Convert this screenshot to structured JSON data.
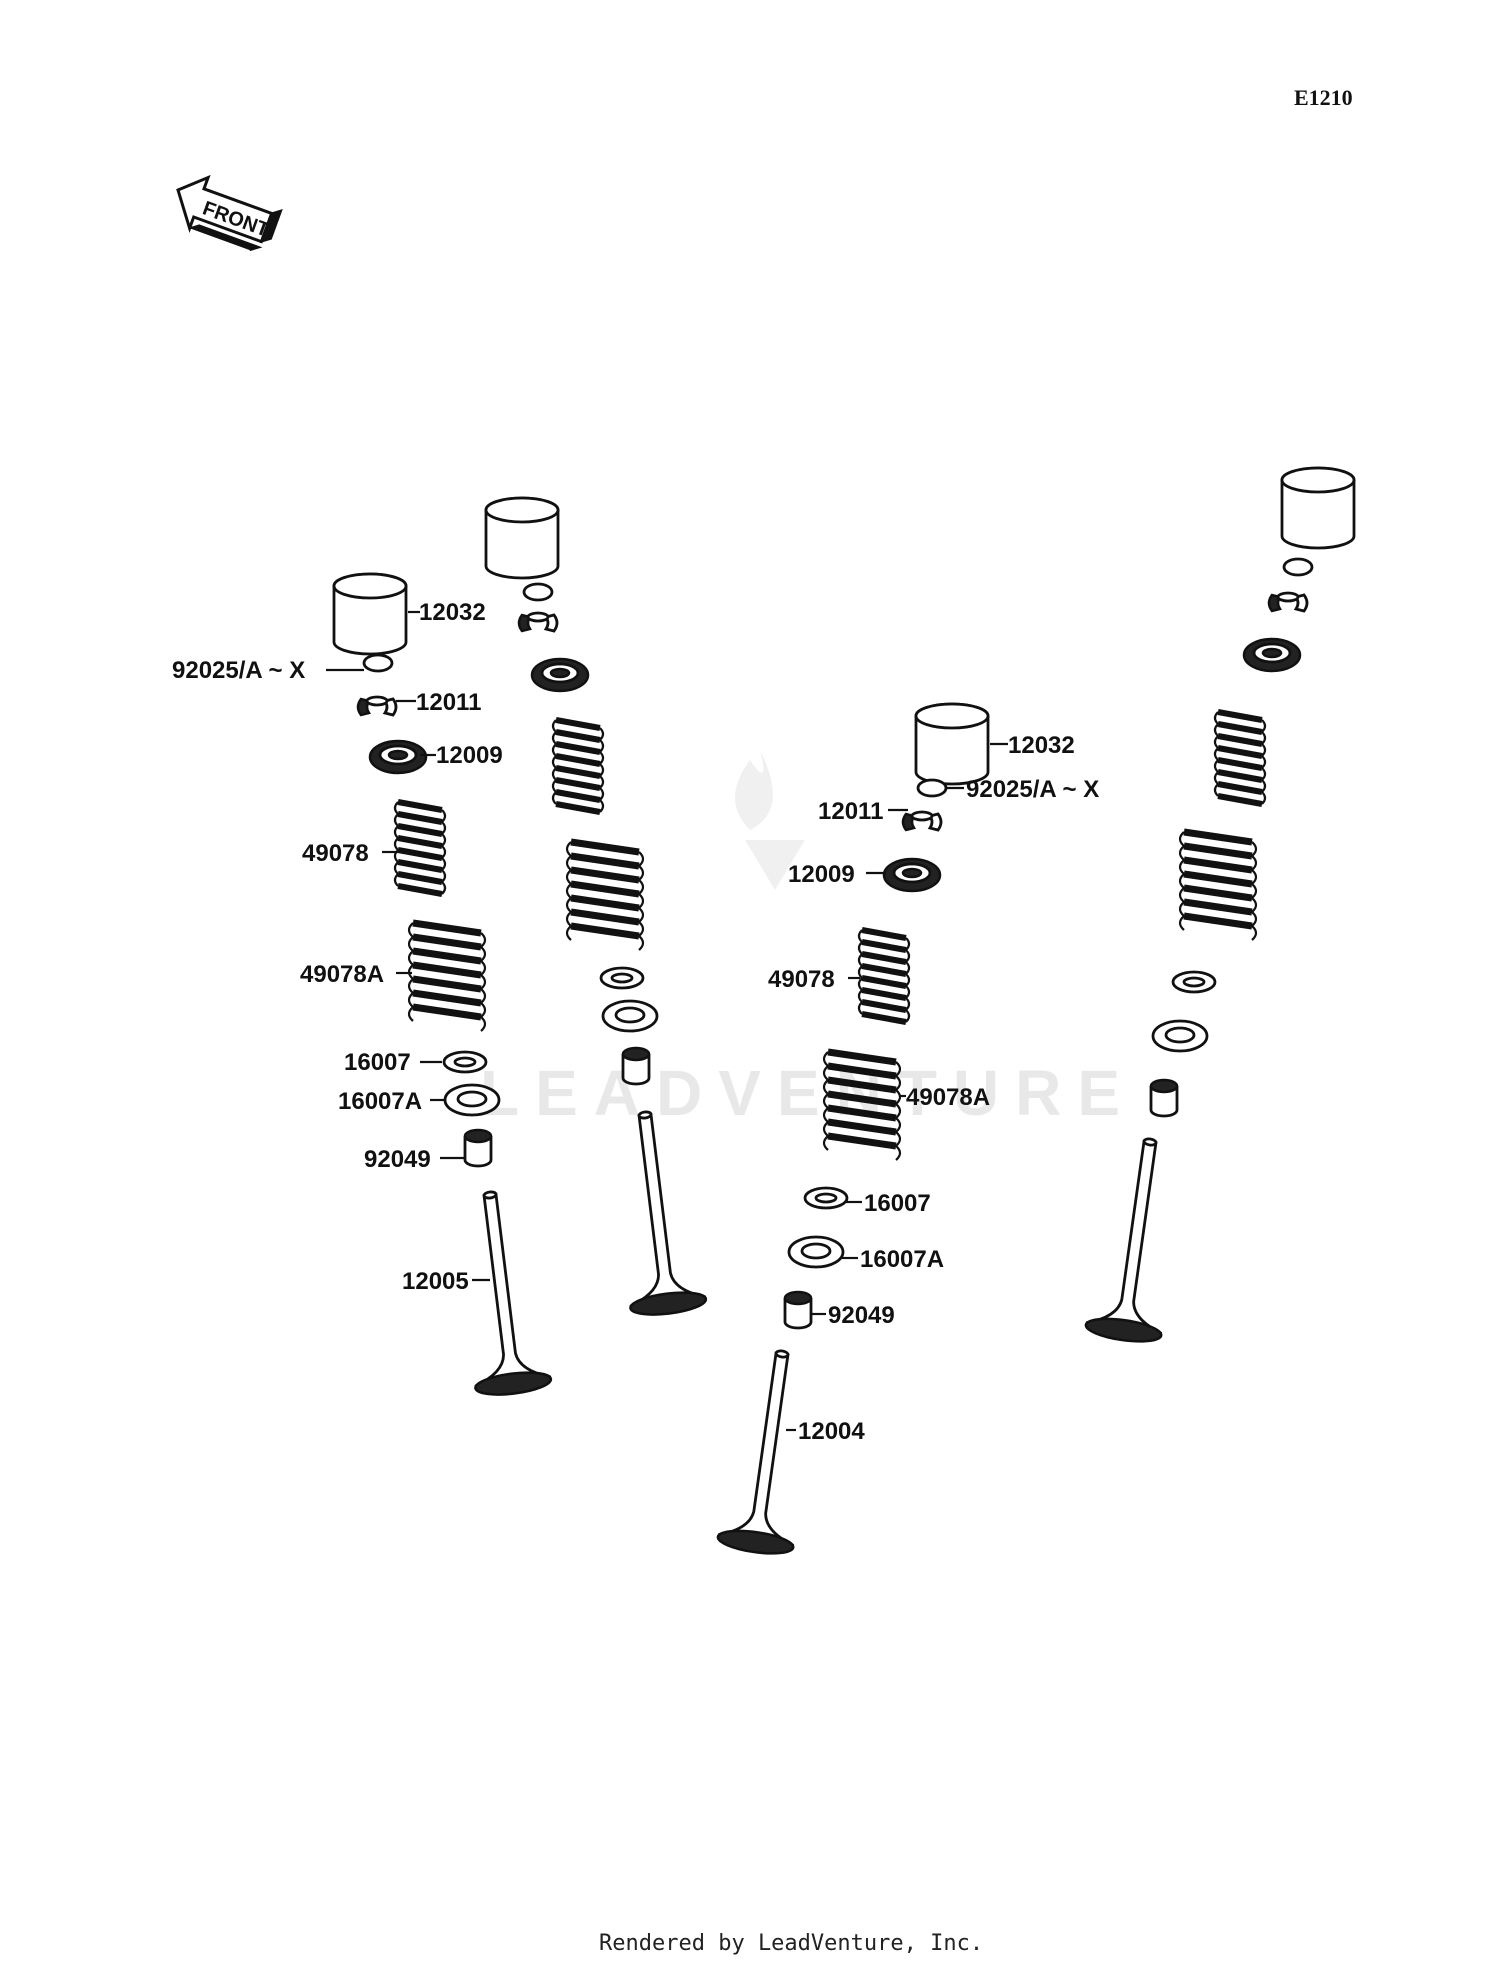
{
  "diagram_code": "E1210",
  "front_arrow_label": "FRONT",
  "watermark": "LEADVENTURE",
  "footer": "Rendered by LeadVenture, Inc.",
  "callouts": {
    "c1": "12032",
    "c2": "92025/A ~ X",
    "c3": "12011",
    "c4": "12009",
    "c5": "49078",
    "c6": "49078A",
    "c7": "16007",
    "c8": "16007A",
    "c9": "92049",
    "c10": "12005",
    "c11": "12032",
    "c12": "92025/A ~ X",
    "c13": "12011",
    "c14": "12009",
    "c15": "49078",
    "c16": "49078A",
    "c17": "16007",
    "c18": "16007A",
    "c19": "92049",
    "c20": "12004"
  }
}
